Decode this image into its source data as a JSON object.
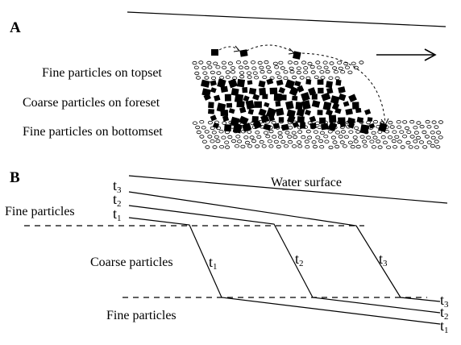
{
  "panels": {
    "a": {
      "label": "A",
      "topset_label": "Fine particles on topset",
      "foreset_label": "Coarse particles on foreset",
      "bottomset_label": "Fine particles on bottomset"
    },
    "b": {
      "label": "B",
      "water_surface_label": "Water surface",
      "fine_upper_label": "Fine particles",
      "coarse_label": "Coarse particles",
      "fine_lower_label": "Fine particles",
      "time_symbol": "t",
      "time_subscripts": [
        "1",
        "2",
        "3"
      ]
    }
  },
  "colors": {
    "ink": "#000000",
    "paper": "#ffffff"
  }
}
